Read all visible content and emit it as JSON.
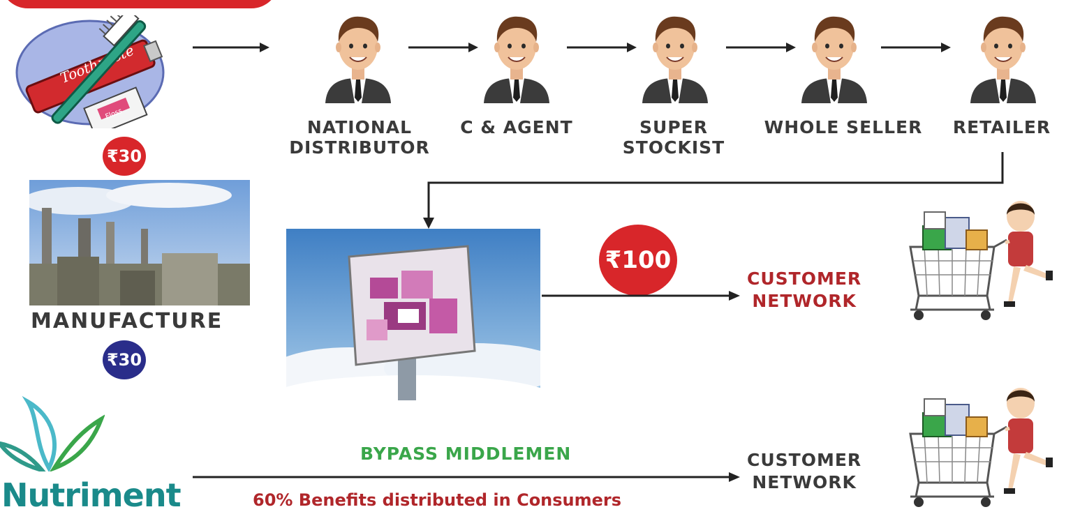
{
  "chain": [
    {
      "label_line1": "NATIONAL",
      "label_line2": "DISTRIBUTOR"
    },
    {
      "label_line1": "C & AGENT",
      "label_line2": ""
    },
    {
      "label_line1": "SUPER",
      "label_line2": "STOCKIST"
    },
    {
      "label_line1": "WHOLE SELLER",
      "label_line2": ""
    },
    {
      "label_line1": "RETAILER",
      "label_line2": ""
    }
  ],
  "product": {
    "tube_text": "Toothpaste",
    "box_text": "Floss"
  },
  "price_top": "₹30",
  "price_bottom": "₹30",
  "manufacture_label": "MANUFACTURE",
  "price_customer": "₹100",
  "customer_top": {
    "line1": "CUSTOMER",
    "line2": "NETWORK"
  },
  "customer_bottom": {
    "line1": "CUSTOMER",
    "line2": "NETWORK"
  },
  "bypass_label": "BYPASS MIDDLEMEN",
  "benefits_label": "60% Benefits distributed in Consumers",
  "brand": "Nutriment",
  "colors": {
    "red": "#d8262a",
    "navy": "#2a2d8a",
    "green": "#3aa64a",
    "darkred": "#b0262a",
    "teal": "#1a8a8a"
  }
}
